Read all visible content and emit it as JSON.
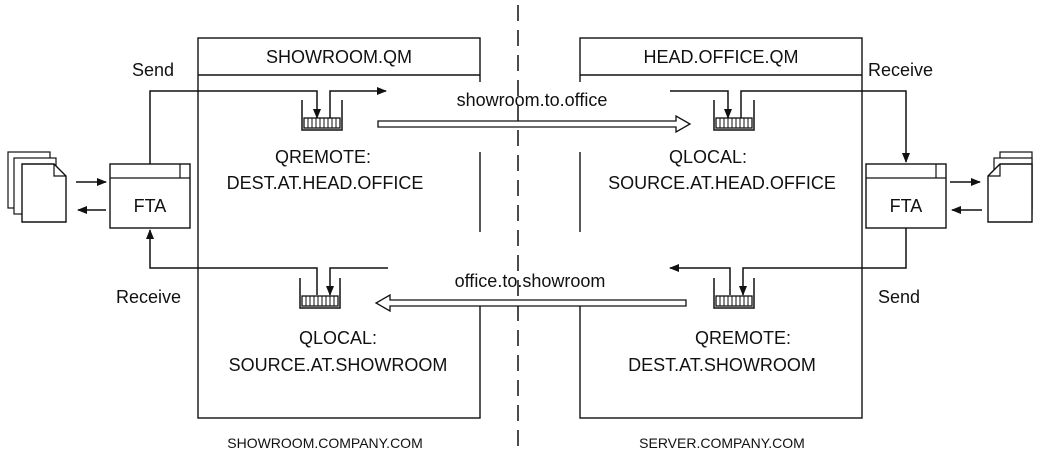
{
  "left_system": {
    "qm_name": "SHOWROOM.QM",
    "host": "SHOWROOM.COMPANY.COM",
    "send_label": "Send",
    "receive_label": "Receive",
    "fta_label": "FTA",
    "remote_queue": {
      "type": "QREMOTE:",
      "name": "DEST.AT.HEAD.OFFICE"
    },
    "local_queue": {
      "type": "QLOCAL:",
      "name": "SOURCE.AT.SHOWROOM"
    }
  },
  "right_system": {
    "qm_name": "HEAD.OFFICE.QM",
    "host": "SERVER.COMPANY.COM",
    "send_label": "Send",
    "receive_label": "Receive",
    "fta_label": "FTA",
    "local_queue": {
      "type": "QLOCAL:",
      "name": "SOURCE.AT.HEAD.OFFICE"
    },
    "remote_queue": {
      "type": "QREMOTE:",
      "name": "DEST.AT.SHOWROOM"
    }
  },
  "channels": {
    "to_office": "showroom.to.office",
    "to_showroom": "office.to.showroom"
  },
  "icons": [
    "document-stack-icon",
    "queue-icon",
    "fta-window-icon",
    "arrow-icon"
  ]
}
